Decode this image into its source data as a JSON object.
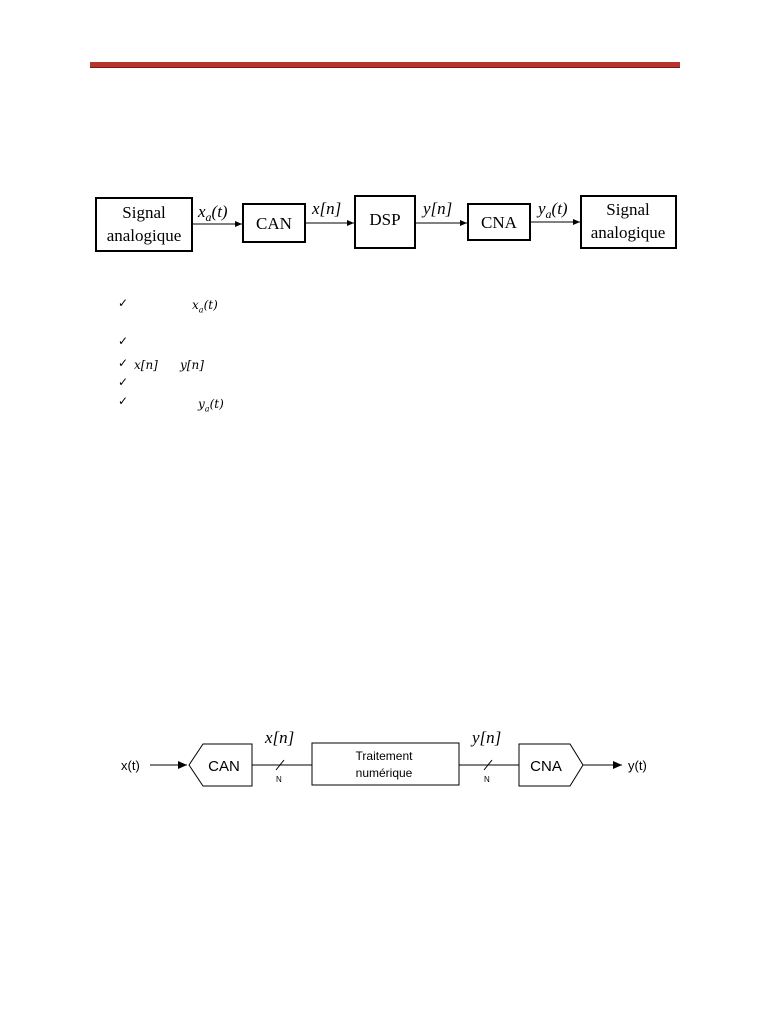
{
  "diagram1": {
    "input_block": [
      "Signal",
      "analogique"
    ],
    "adc": "CAN",
    "dsp": "DSP",
    "dac": "CNA",
    "output_block": [
      "Signal",
      "analogique"
    ],
    "sig_xa": {
      "base": "x",
      "sub": "a",
      "arg": "(t)"
    },
    "sig_xn": "x[n]",
    "sig_yn": "y[n]",
    "sig_ya": {
      "base": "y",
      "sub": "a",
      "arg": "(t)"
    }
  },
  "bullets": {
    "check": "✓",
    "b1_math": {
      "base": "x",
      "sub": "a",
      "arg": "(t)"
    },
    "b3_math1": "x[n]",
    "b3_math2": "y[n]",
    "b5_math": {
      "base": "y",
      "sub": "a",
      "arg": "(t)"
    }
  },
  "diagram2": {
    "input": "x(t)",
    "adc": "CAN",
    "processing": [
      "Traitement",
      "numérique"
    ],
    "dac": "CNA",
    "output": "y(t)",
    "sig_xn": "x[n]",
    "sig_yn": "y[n]",
    "bus_label_1": "N",
    "bus_label_2": "N"
  }
}
